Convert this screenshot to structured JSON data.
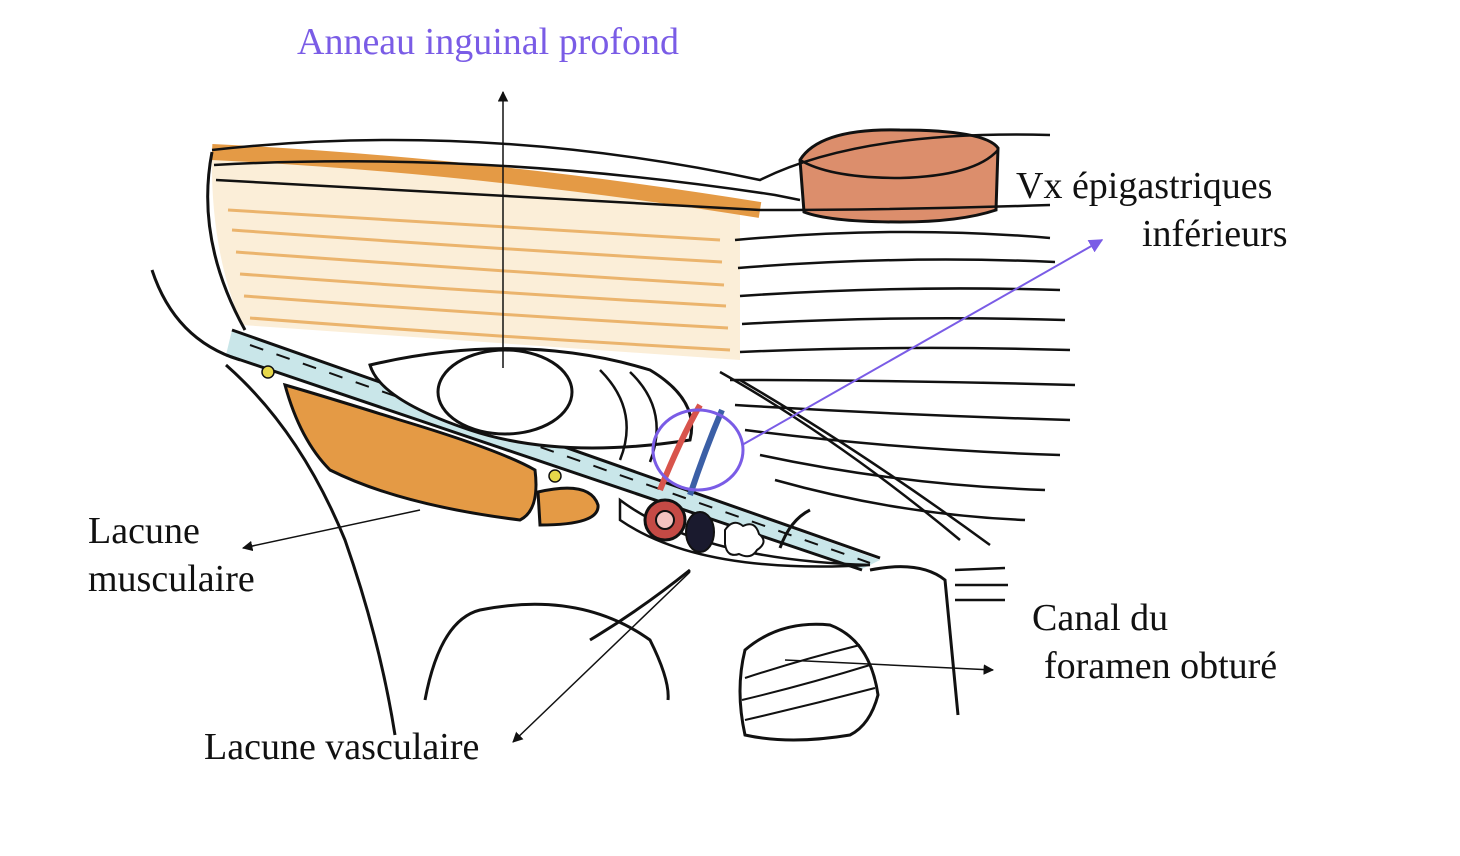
{
  "labels": {
    "anneau_inguinal": "Anneau inguinal profond",
    "vx_epigastriques_1": "Vx épigastriques",
    "vx_epigastriques_2": "inférieurs",
    "lacune_musculaire_1": "Lacune",
    "lacune_musculaire_2": "musculaire",
    "lacune_vasculaire": "Lacune vasculaire",
    "canal_foramen_1": "Canal du",
    "canal_foramen_2": "foramen obturé"
  },
  "colors": {
    "ink": "#111111",
    "highlight_purple": "#7a5ce6",
    "muscle_orange": "#e49a45",
    "muscle_light": "#f3d6a8",
    "rectus_red": "#d98a6a",
    "ligament_blue": "#c5e3e6",
    "artery_red": "#d8544c",
    "vein_blue": "#3b5fa6"
  }
}
